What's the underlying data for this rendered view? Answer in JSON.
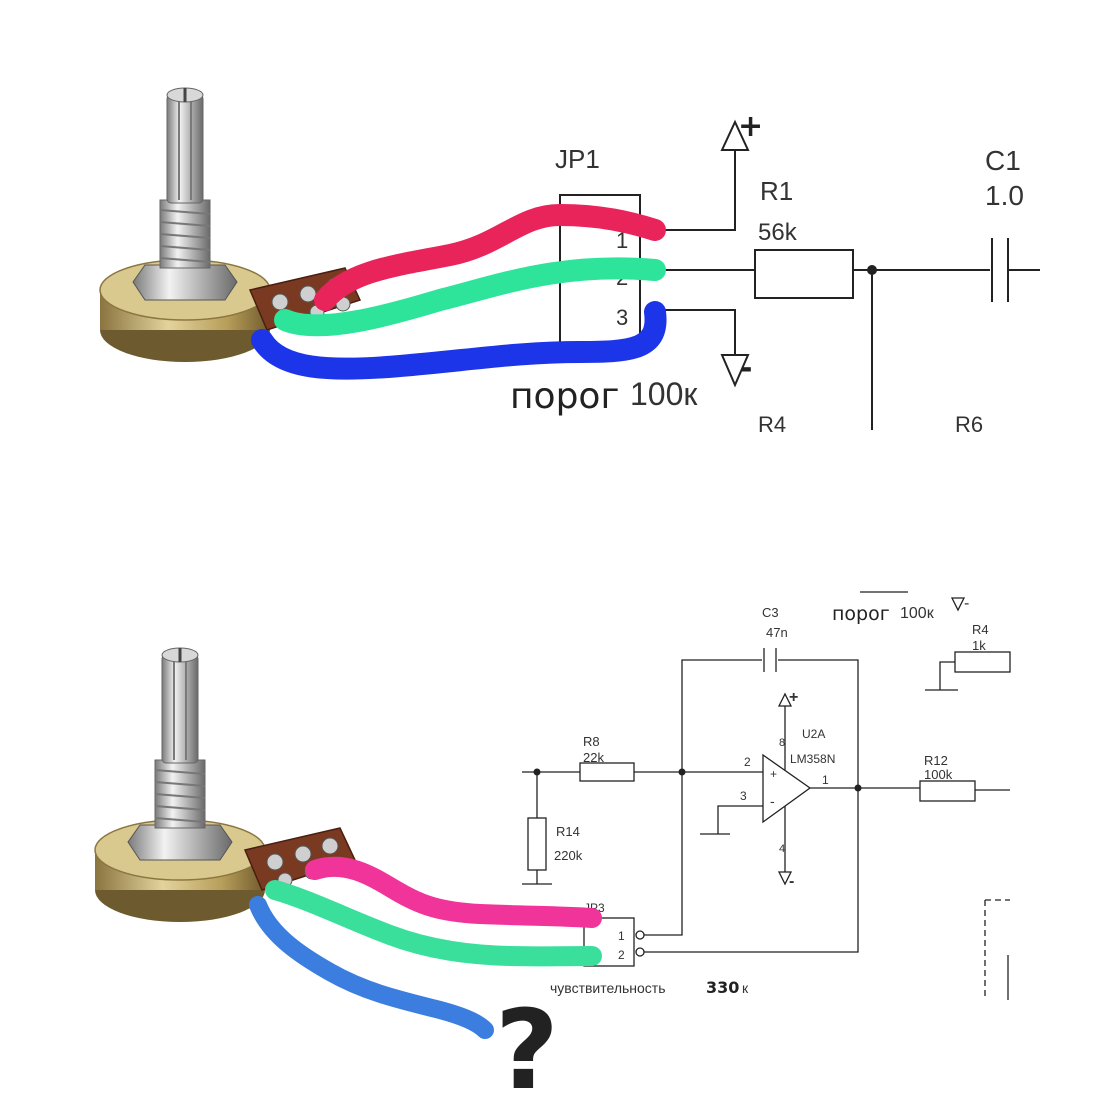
{
  "top": {
    "jp1": "JP1",
    "pins": [
      "1",
      "2",
      "3"
    ],
    "plus": "+",
    "minus": "-",
    "r1_name": "R1",
    "r1_value": "56k",
    "c1_name": "C1",
    "c1_value": "1.0",
    "porog_word": "порог",
    "porog_value": "100к",
    "r4_partial": "R4",
    "r6_partial": "R6"
  },
  "bottom": {
    "porog_word": "порог",
    "porog_value": "100к",
    "minus": "-",
    "plus": "+",
    "c3_name": "C3",
    "c3_value": "47n",
    "r4_name": "R4",
    "r4_value": "1k",
    "u2a_name": "U2A",
    "u2a_model": "LM358N",
    "pin8": "8",
    "pin2": "2",
    "pin3": "3",
    "pin1": "1",
    "pin4": "4",
    "in_plus": "+",
    "in_minus": "-",
    "r8_name": "R8",
    "r8_value": "22k",
    "r12_name": "R12",
    "r12_value": "100k",
    "r14_name": "R14",
    "r14_value": "220k",
    "jp3": "JP3",
    "pins": [
      "1",
      "2"
    ],
    "sens_word": "чувствительность",
    "sens_value": "330",
    "sens_unit": "к",
    "question": "?"
  },
  "colors": {
    "wire_red": "#e8245a",
    "wire_green": "#2ee39a",
    "wire_blue": "#1d35e8",
    "wire_pink": "#f0349a",
    "wire_mint": "#3bdf9c",
    "wire_lightblue": "#3b7ee0"
  }
}
